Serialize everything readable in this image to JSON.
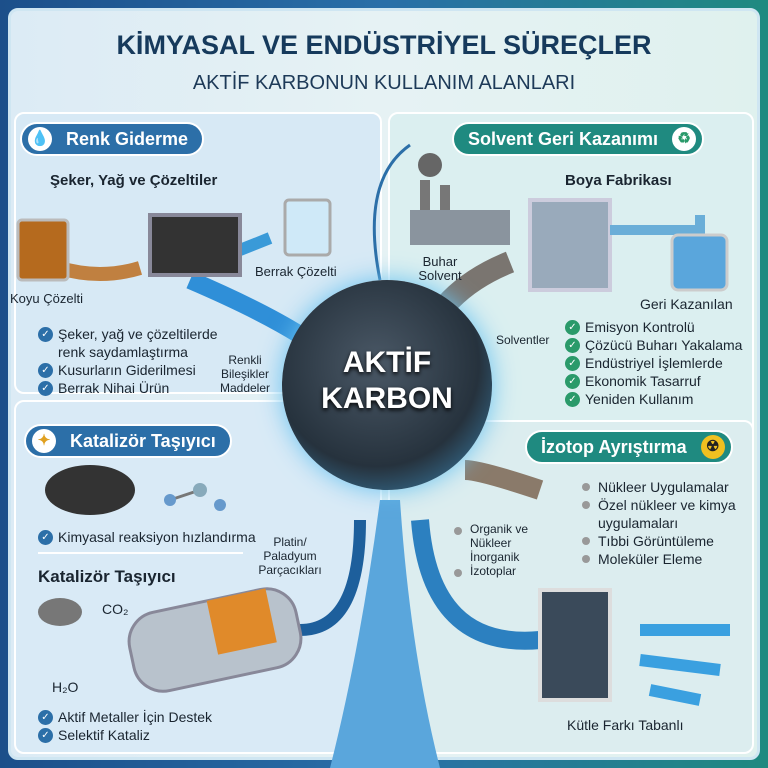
{
  "header": {
    "title": "KİMYASAL VE ENDÜSTRİYEL SÜREÇLER",
    "subtitle": "AKTİF KARBONUN KULLANIM ALANLARI"
  },
  "center": {
    "line1": "AKTİF",
    "line2": "KARBON"
  },
  "renk": {
    "pill": "Renk Giderme",
    "icon": "droplet-icon",
    "subtitle": "Şeker, Yağ ve Çözeltiler",
    "dark_label": "Koyu Çözelti",
    "clear_label": "Berrak Çözelti",
    "callout": "Renkli Bileşikler Maddeler",
    "items": [
      "Şeker, yağ ve çözeltilerde renk saydamlaştırma",
      "Kusurların Giderilmesi",
      "Berrak Nihai Ürün"
    ]
  },
  "solvent": {
    "pill": "Solvent Geri Kazanımı",
    "icon": "recycle-icon",
    "subtitle": "Boya Fabrikası",
    "vapor_label": "Buhar Solvent",
    "solvents_label": "Solventler",
    "recovered_label": "Geri Kazanılan",
    "items": [
      "Emisyon Kontrolü",
      "Çözücü Buharı Yakalama",
      "Endüstriyel İşlemlerde",
      "Ekonomik Tasarruf",
      "Yeniden Kullanım"
    ]
  },
  "katalizor": {
    "pill": "Katalizör Taşıyıcı",
    "icon": "sparkle-icon",
    "item1": "Kimyasal reaksiyon hızlandırma",
    "subtitle": "Katalizör Taşıyıcı",
    "co2": "CO₂",
    "h2o": "H₂O",
    "callout": "Platin/ Paladyum Parçacıkları",
    "items": [
      "Aktif Metaller İçin Destek",
      "Selektif Kataliz"
    ]
  },
  "izotop": {
    "pill": "İzotop Ayrıştırma",
    "icon": "radiation-icon",
    "items": [
      "Nükleer Uygulamalar",
      "Özel nükleer ve kimya uygulamaları",
      "Tıbbi Görüntüleme",
      "Moleküler Eleme"
    ],
    "side": [
      "Organik ve Nükleer İnorganik",
      "İzotoplar"
    ],
    "footer": "Kütle Farkı Tabanlı"
  },
  "colors": {
    "blue": "#2c6fa8",
    "teal": "#1f8a80",
    "dark": "#163a5c"
  }
}
